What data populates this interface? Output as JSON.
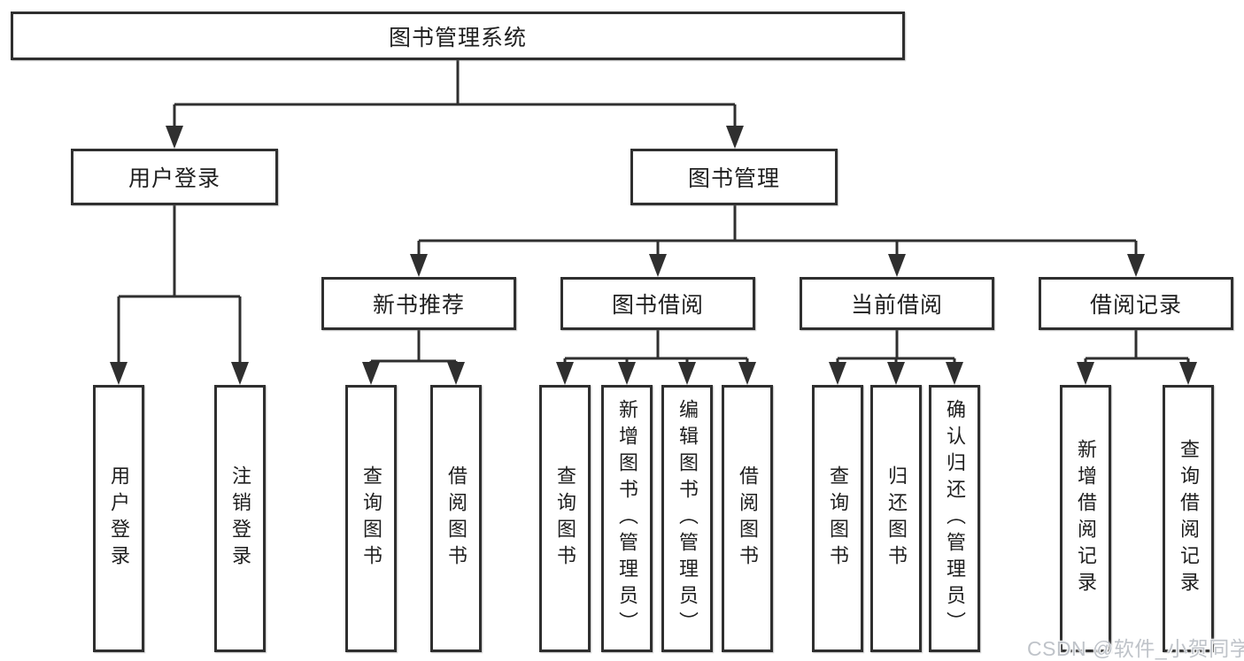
{
  "tree": {
    "label": "图书管理系统",
    "children": [
      {
        "label": "用户登录",
        "children": [
          {
            "label": "用户登录"
          },
          {
            "label": "注销登录"
          }
        ]
      },
      {
        "label": "图书管理",
        "children": [
          {
            "label": "新书推荐",
            "children": [
              {
                "label": "查询图书"
              },
              {
                "label": "借阅图书"
              }
            ]
          },
          {
            "label": "图书借阅",
            "children": [
              {
                "label": "查询图书"
              },
              {
                "label": "新增图书（管理员）"
              },
              {
                "label": "编辑图书（管理员）"
              },
              {
                "label": "借阅图书"
              }
            ]
          },
          {
            "label": "当前借阅",
            "children": [
              {
                "label": "查询图书"
              },
              {
                "label": "归还图书"
              },
              {
                "label": "确认归还（管理员）"
              }
            ]
          },
          {
            "label": "借阅记录",
            "children": [
              {
                "label": "新增借阅记录"
              },
              {
                "label": "查询借阅记录"
              }
            ]
          }
        ]
      }
    ]
  },
  "watermark": {
    "text": "CSDN @软件_小贺同学"
  },
  "style": {
    "line_color": "#2f2f2f",
    "watermark_color": "#bfc3c9"
  }
}
